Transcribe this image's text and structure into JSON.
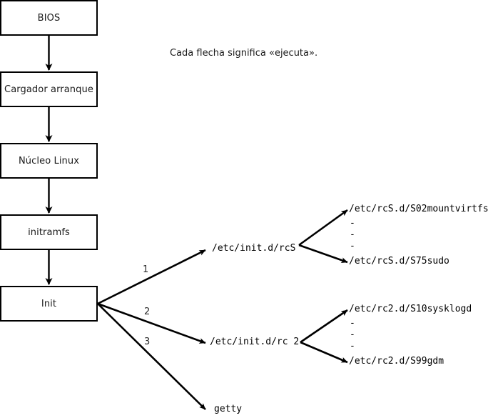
{
  "diagram": {
    "caption": "Cada flecha significa «ejecuta».",
    "boot_chain": [
      {
        "label": "BIOS"
      },
      {
        "label": "Cargador arranque"
      },
      {
        "label": "Núcleo Linux"
      },
      {
        "label": "initramfs"
      },
      {
        "label": "Init"
      }
    ],
    "branch_numbers": [
      {
        "label": "1"
      },
      {
        "label": "2"
      },
      {
        "label": "3"
      }
    ],
    "branches": [
      {
        "label": "/etc/init.d/rcS"
      },
      {
        "label": "/etc/init.d/rc 2"
      },
      {
        "label": "getty"
      }
    ],
    "rcs_scripts": {
      "first": "/etc/rcS.d/S02mountvirtfs",
      "ellipsis": [
        "-",
        "-",
        "-"
      ],
      "last": "/etc/rcS.d/S75sudo"
    },
    "rc2_scripts": {
      "first": "/etc/rc2.d/S10sysklogd",
      "ellipsis": [
        "-",
        "-",
        "-"
      ],
      "last": "/etc/rc2.d/S99gdm"
    },
    "colors": {
      "stroke": "#000000",
      "background": "#ffffff",
      "text": "#1a1a1a"
    }
  }
}
